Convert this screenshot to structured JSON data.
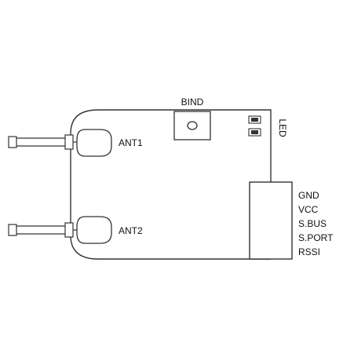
{
  "labels": {
    "bind": "BIND",
    "led": "LED",
    "ant1": "ANT1",
    "ant2": "ANT2"
  },
  "pins": [
    "GND",
    "VCC",
    "S.BUS",
    "S.PORT",
    "RSSI"
  ],
  "colors": {
    "stroke": "#333333",
    "text": "#111111",
    "background": "#ffffff"
  }
}
